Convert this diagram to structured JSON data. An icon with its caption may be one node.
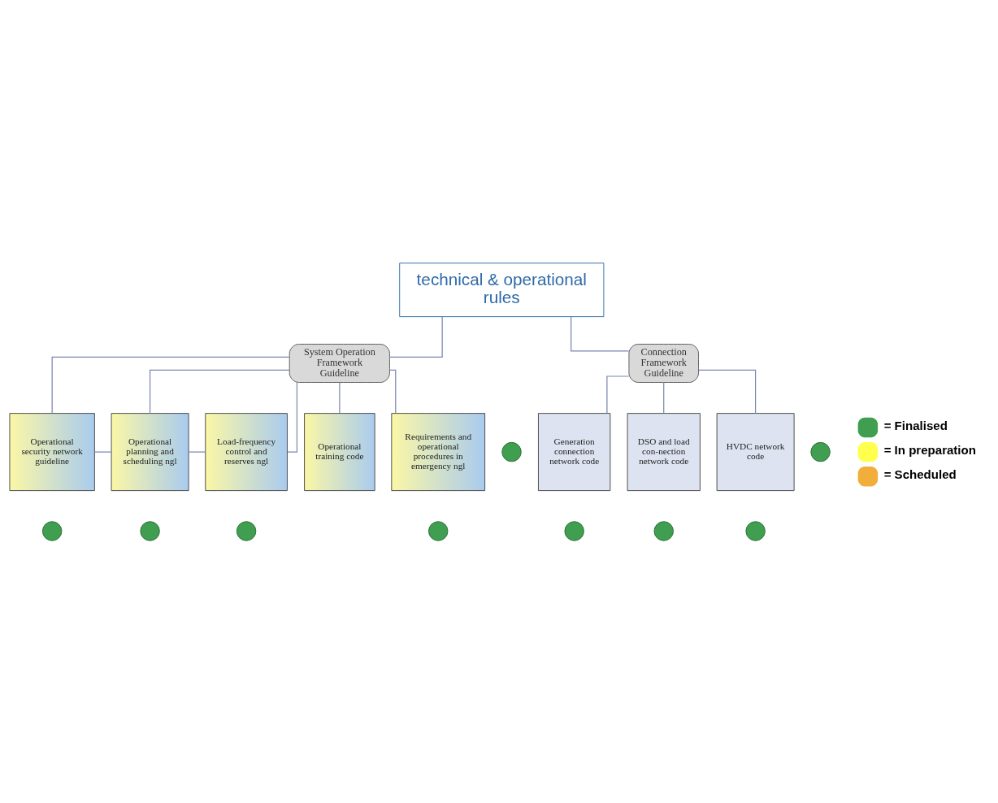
{
  "diagram": {
    "nodes": [
      {
        "text": [
          "technical & operational rules"
        ]
      },
      {
        "text": [
          "System Operation Framework Guideline"
        ]
      },
      {
        "text": [
          "Connection Framework Guideline"
        ]
      },
      {
        "text": [
          "Operational security network guideline"
        ]
      },
      {
        "text": [
          "Operational planning and scheduling ngl"
        ]
      },
      {
        "text": [
          "Load-frequency control and reserves ngl"
        ]
      },
      {
        "text": [
          "Operational training code"
        ]
      },
      {
        "text": [
          "Requirements and operational procedures in emergency ngl"
        ]
      },
      {
        "text": [
          "Generation connection network code"
        ]
      },
      {
        "text": [
          "DSO and load con-nection network code"
        ]
      },
      {
        "text": [
          "HVDC network code"
        ]
      },
      {
        "text": [],
        "shape": "circle"
      },
      {
        "text": [],
        "shape": "circle"
      },
      {
        "text": [],
        "shape": "circle"
      },
      {
        "text": [],
        "shape": "circle"
      },
      {
        "text": [],
        "shape": "circle"
      },
      {
        "text": [],
        "shape": "circle"
      },
      {
        "text": [],
        "shape": "circle"
      },
      {
        "text": [],
        "shape": "circle"
      },
      {
        "text": [],
        "shape": "circle"
      }
    ],
    "edges": [
      {
        "from": 0,
        "to": 1,
        "arrow": "none"
      },
      {
        "from": 0,
        "to": 2,
        "arrow": "none"
      },
      {
        "from": 1,
        "to": 3,
        "arrow": "none"
      },
      {
        "from": 1,
        "to": 4,
        "arrow": "none"
      },
      {
        "from": 1,
        "to": 5,
        "arrow": "none"
      },
      {
        "from": 1,
        "to": 6,
        "arrow": "none"
      },
      {
        "from": 1,
        "to": 7,
        "arrow": "none"
      },
      {
        "from": 2,
        "to": 8,
        "arrow": "none"
      },
      {
        "from": 2,
        "to": 9,
        "arrow": "none"
      },
      {
        "from": 2,
        "to": 10,
        "arrow": "none"
      },
      {
        "from": 3,
        "to": 4,
        "arrow": "none"
      },
      {
        "from": 4,
        "to": 5,
        "arrow": "none"
      }
    ],
    "legend": [
      {
        "text": "= Finalised",
        "color": "#3f9e4f"
      },
      {
        "text": "= In preparation",
        "color": "#ffff4d"
      },
      {
        "text": "= Scheduled",
        "color": "#f2ae3a"
      }
    ]
  }
}
